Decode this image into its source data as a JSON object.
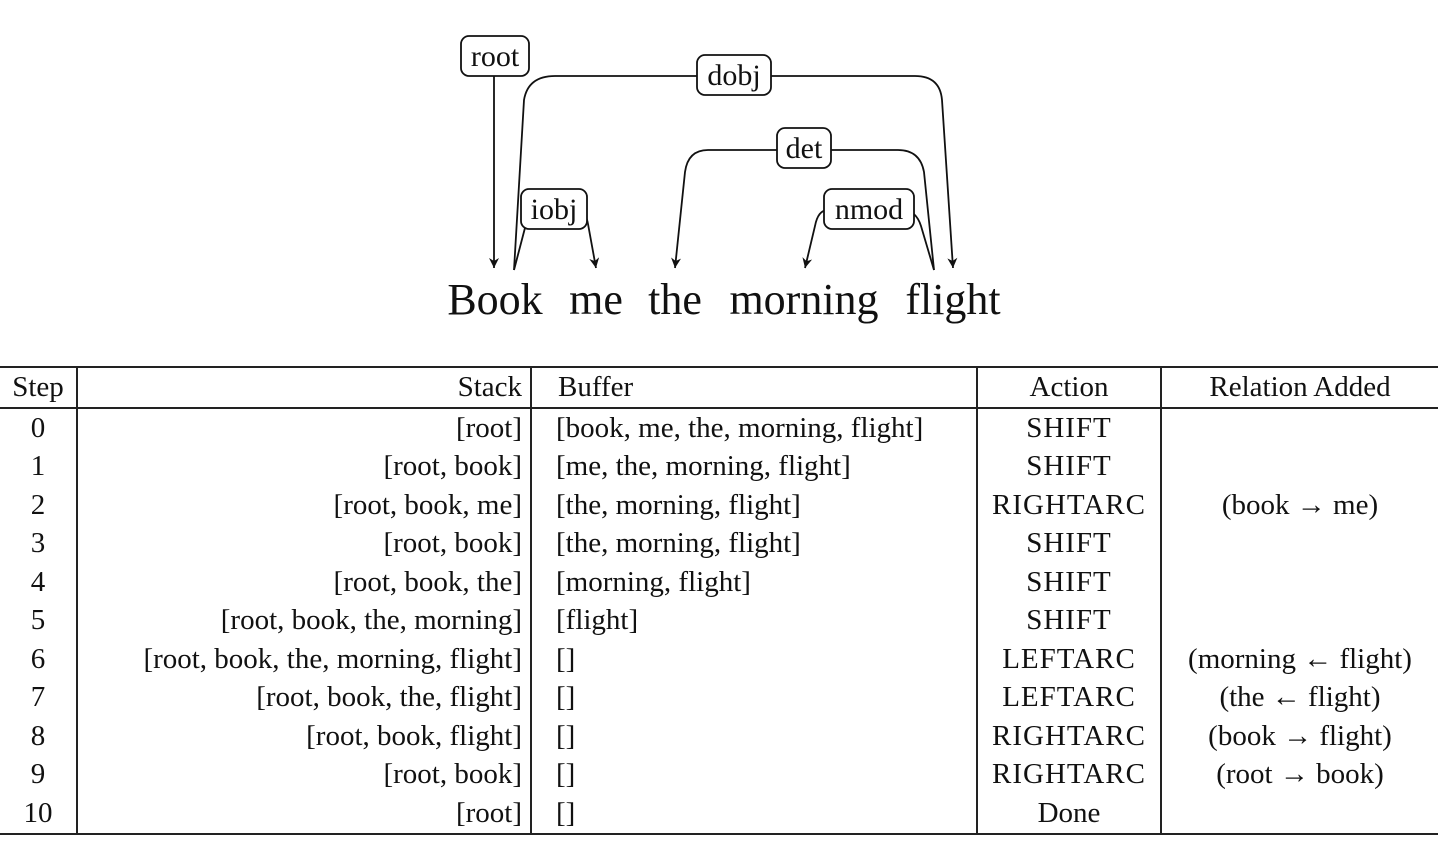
{
  "sentence": {
    "words": [
      "Book",
      "me",
      "the",
      "morning",
      "flight"
    ]
  },
  "arcs": [
    {
      "label": "root",
      "head": "ROOT",
      "dependent": "Book"
    },
    {
      "label": "dobj",
      "head": "Book",
      "dependent": "flight"
    },
    {
      "label": "iobj",
      "head": "Book",
      "dependent": "me"
    },
    {
      "label": "det",
      "head": "flight",
      "dependent": "the"
    },
    {
      "label": "nmod",
      "head": "flight",
      "dependent": "morning"
    }
  ],
  "table": {
    "headers": {
      "step": "Step",
      "stack": "Stack",
      "buffer": "Buffer",
      "action": "Action",
      "relation": "Relation Added"
    },
    "rows": [
      {
        "step": "0",
        "stack": "[root]",
        "buffer": "[book, me, the, morning, flight]",
        "action": "SHIFT",
        "relation": ""
      },
      {
        "step": "1",
        "stack": "[root, book]",
        "buffer": "[me, the, morning, flight]",
        "action": "SHIFT",
        "relation": ""
      },
      {
        "step": "2",
        "stack": "[root, book, me]",
        "buffer": "[the, morning, flight]",
        "action": "RIGHTARC",
        "relation": "(book → me)"
      },
      {
        "step": "3",
        "stack": "[root, book]",
        "buffer": "[the, morning, flight]",
        "action": "SHIFT",
        "relation": ""
      },
      {
        "step": "4",
        "stack": "[root, book, the]",
        "buffer": "[morning, flight]",
        "action": "SHIFT",
        "relation": ""
      },
      {
        "step": "5",
        "stack": "[root, book, the, morning]",
        "buffer": "[flight]",
        "action": "SHIFT",
        "relation": ""
      },
      {
        "step": "6",
        "stack": "[root, book, the, morning, flight]",
        "buffer": "[]",
        "action": "LEFTARC",
        "relation": "(morning ← flight)"
      },
      {
        "step": "7",
        "stack": "[root, book, the, flight]",
        "buffer": "[]",
        "action": "LEFTARC",
        "relation": "(the ← flight)"
      },
      {
        "step": "8",
        "stack": "[root, book, flight]",
        "buffer": "[]",
        "action": "RIGHTARC",
        "relation": "(book → flight)"
      },
      {
        "step": "9",
        "stack": "[root, book]",
        "buffer": "[]",
        "action": "RIGHTARC",
        "relation": "(root → book)"
      },
      {
        "step": "10",
        "stack": "[root]",
        "buffer": "[]",
        "action": "Done",
        "relation": ""
      }
    ]
  }
}
